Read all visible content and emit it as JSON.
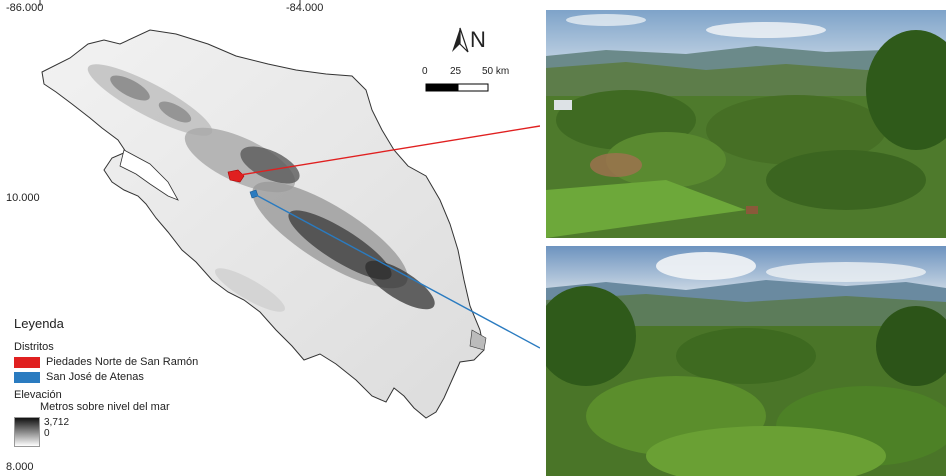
{
  "map": {
    "coords": {
      "top_left": "-86.000",
      "top_right": "-84.000",
      "left_mid": "10.000",
      "left_bottom": "8.000"
    },
    "north_label": "N",
    "scale": {
      "zero": "0",
      "mid": "25",
      "end": "50 km"
    },
    "legend": {
      "title": "Leyenda",
      "districts_title": "Distritos",
      "districts": [
        {
          "label": "Piedades Norte de San Ramón",
          "color": "#e02020"
        },
        {
          "label": "San José de Atenas",
          "color": "#2a7bc0"
        }
      ],
      "elevation_title": "Elevación",
      "elevation_unit": "Metros sobre nivel del mar",
      "elevation_max": "3,712",
      "elevation_min": "0"
    }
  },
  "icons": {
    "north": "north-arrow-icon"
  },
  "photos": [
    {
      "name": "photo-piedades-norte"
    },
    {
      "name": "photo-san-jose-atenas"
    }
  ]
}
